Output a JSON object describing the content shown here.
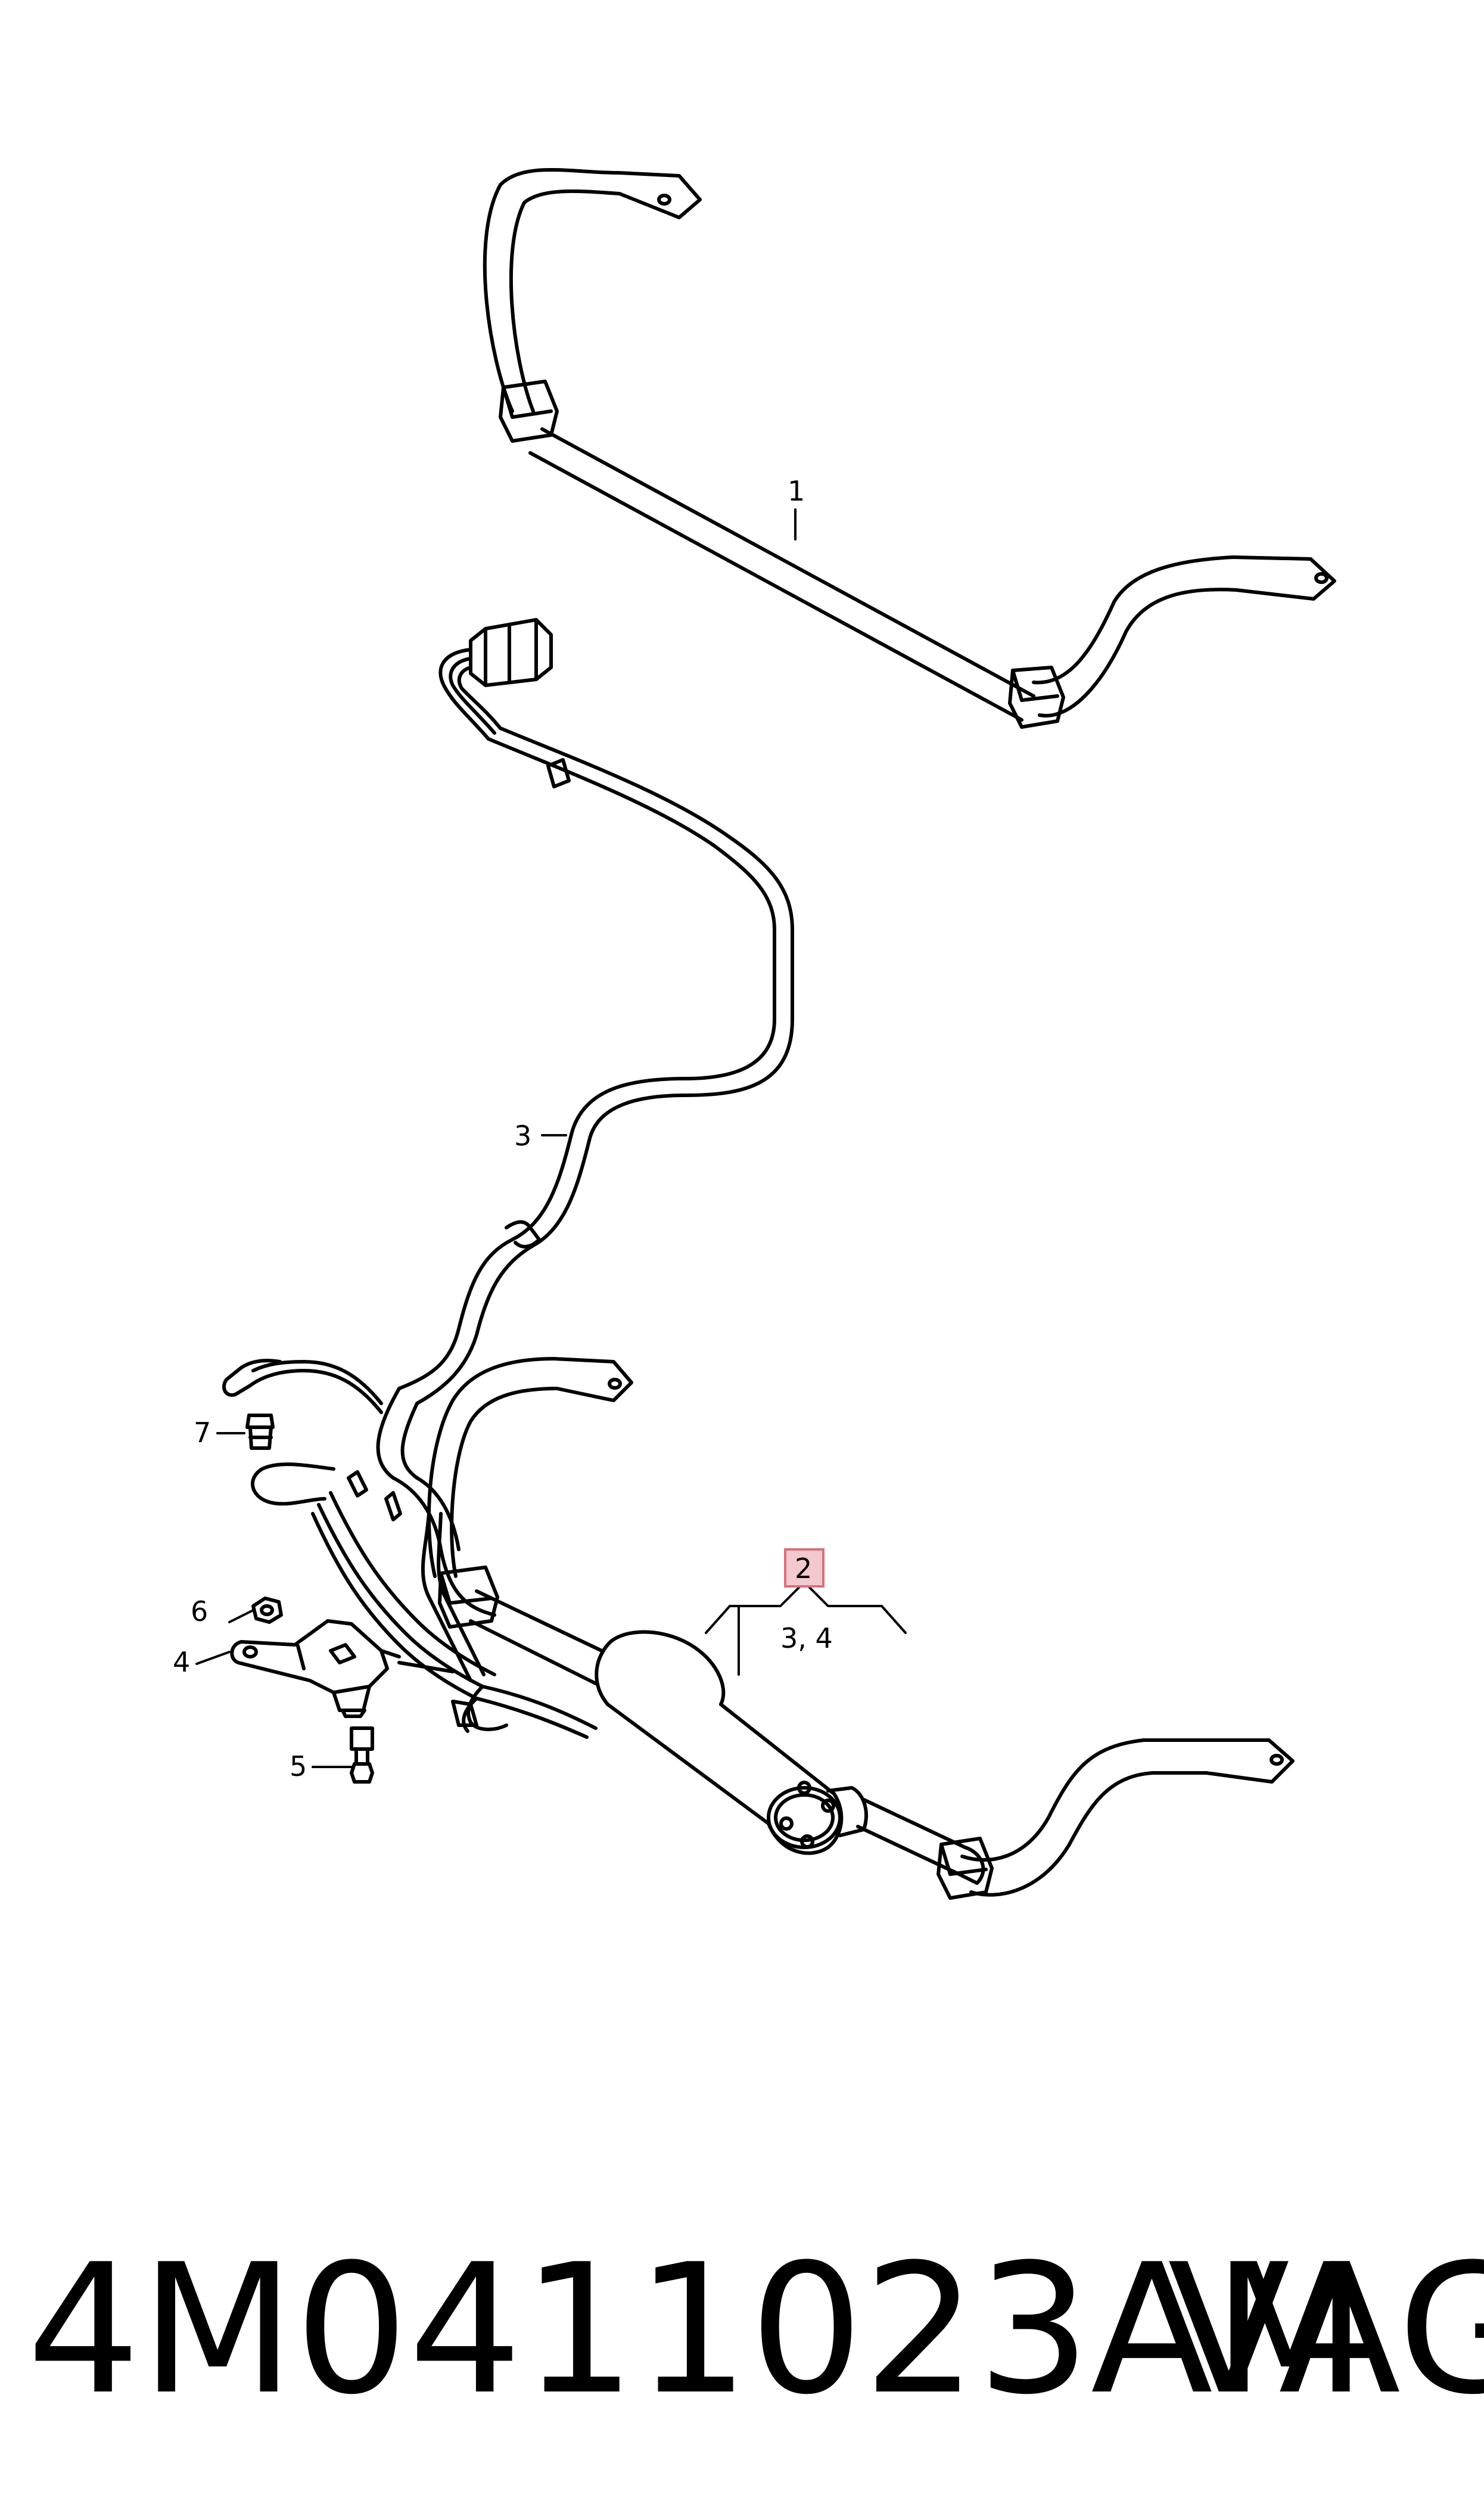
{
  "callouts": {
    "c1": "1",
    "c2": "2",
    "c3": "3",
    "c34": "3, 4",
    "c4": "4",
    "c5": "5",
    "c6": "6",
    "c7": "7"
  },
  "highlight_color": "#f4c9cd",
  "highlight_border": "#d9707a",
  "footer": {
    "part_number": "4M0411023AM",
    "brand": "VAG"
  }
}
